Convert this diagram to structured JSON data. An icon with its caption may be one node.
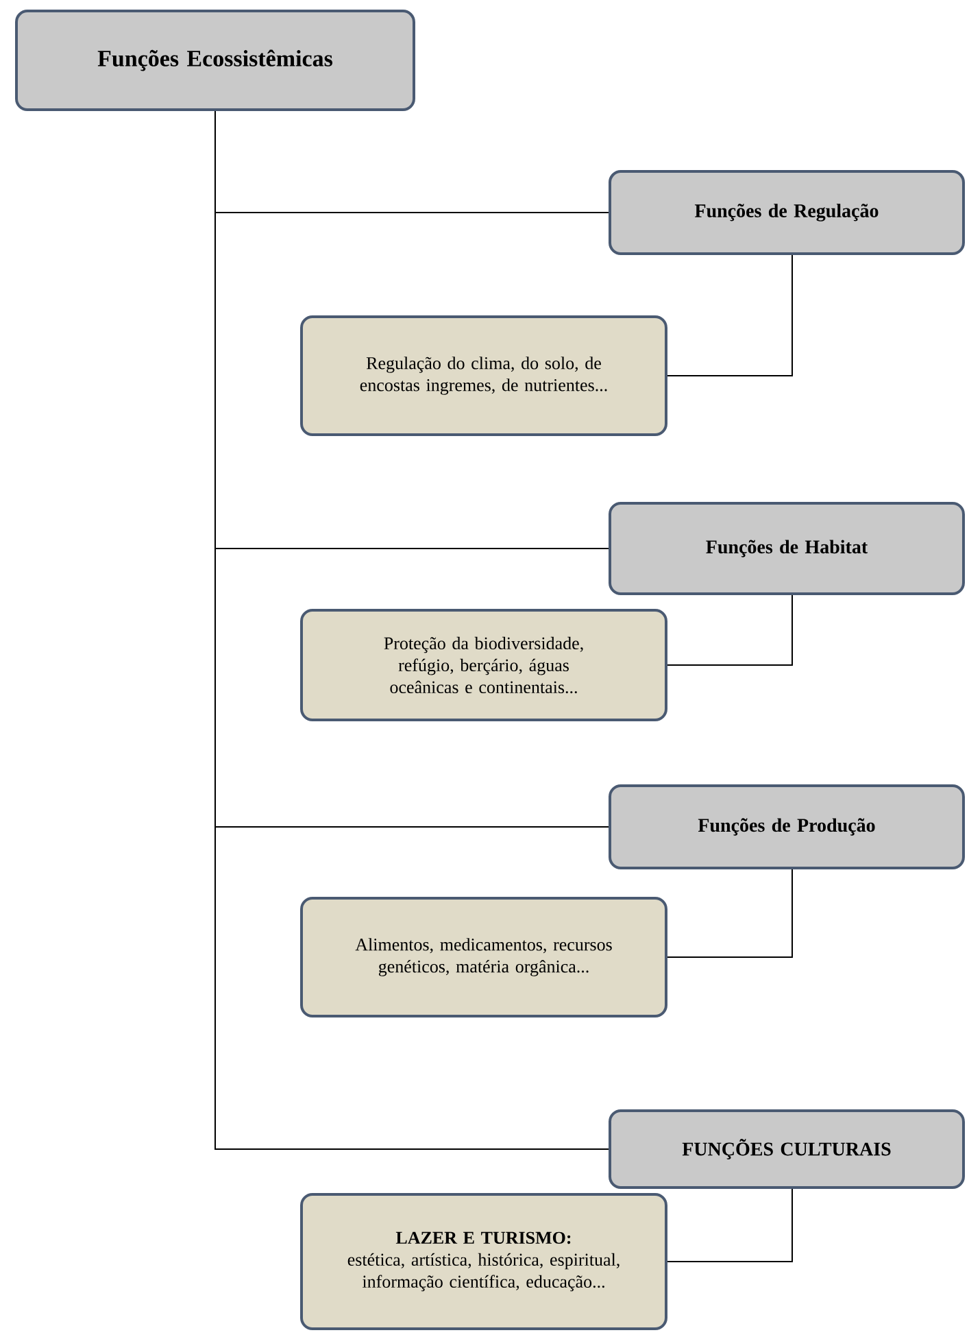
{
  "diagram": {
    "nodes": [
      {
        "text": [
          "Funções Ecossistêmicas"
        ]
      },
      {
        "text": [
          "Funções de Regulação"
        ]
      },
      {
        "text": [
          "Regulação do clima, do solo, de encostas ingremes, de nutrientes..."
        ]
      },
      {
        "text": [
          "Funções de Habitat"
        ]
      },
      {
        "text": [
          "Proteção da biodiversidade, refúgio, berçário, águas oceânicas e continentais..."
        ]
      },
      {
        "text": [
          "Funções de Produção"
        ]
      },
      {
        "text": [
          "Alimentos, medicamentos, recursos genéticos, matéria orgânica..."
        ]
      },
      {
        "text": [
          "FUNÇÕES CULTURAIS"
        ]
      },
      {
        "text": [
          "LAZER E TURISMO:",
          "estética, artística, histórica, espiritual, informação científica, educação..."
        ]
      }
    ],
    "edges": [
      {
        "from": 0,
        "to": 1,
        "arrow": "none"
      },
      {
        "from": 1,
        "to": 2,
        "arrow": "none"
      },
      {
        "from": 0,
        "to": 3,
        "arrow": "none"
      },
      {
        "from": 3,
        "to": 4,
        "arrow": "none"
      },
      {
        "from": 0,
        "to": 5,
        "arrow": "none"
      },
      {
        "from": 5,
        "to": 6,
        "arrow": "none"
      },
      {
        "from": 0,
        "to": 7,
        "arrow": "none"
      },
      {
        "from": 7,
        "to": 8,
        "arrow": "none"
      }
    ]
  }
}
